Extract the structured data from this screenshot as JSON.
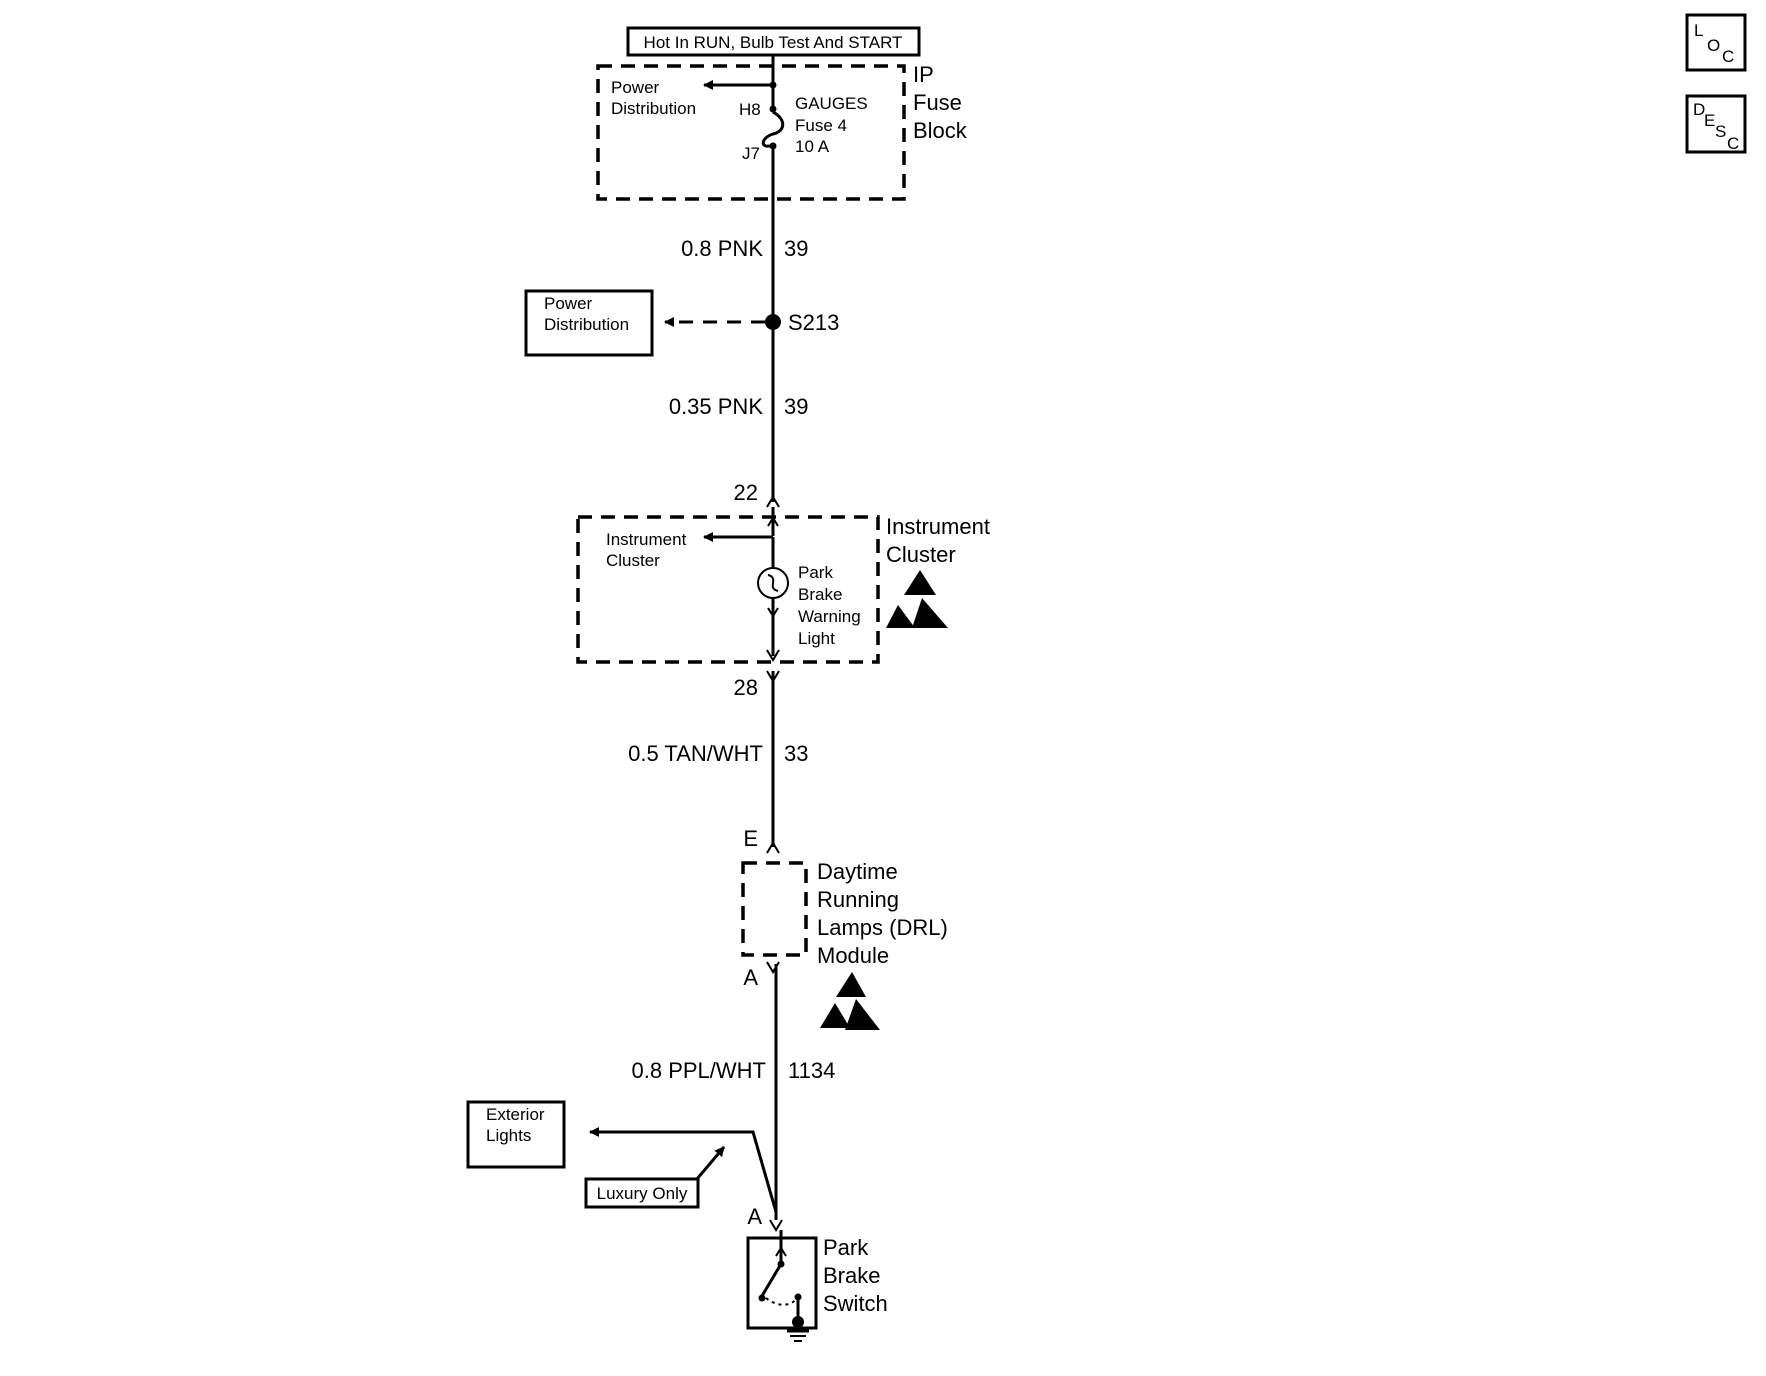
{
  "header": {
    "hot_in": "Hot In RUN, Bulb Test And START"
  },
  "buttons": {
    "loc": [
      "L",
      "O",
      "C"
    ],
    "desc": [
      "D",
      "E",
      "S",
      "C"
    ]
  },
  "ip_fuse_block": {
    "title": [
      "IP",
      "Fuse",
      "Block"
    ],
    "power_dist": [
      "Power",
      "Distribution"
    ],
    "fuse": [
      "GAUGES",
      "Fuse 4",
      "10 A"
    ],
    "pin_in": "H8",
    "pin_out": "J7"
  },
  "wires": {
    "w1": {
      "gauge_color": "0.8 PNK",
      "circuit": "39"
    },
    "w2": {
      "gauge_color": "0.35 PNK",
      "circuit": "39"
    },
    "w3": {
      "gauge_color": "0.5 TAN/WHT",
      "circuit": "33"
    },
    "w4": {
      "gauge_color": "0.8 PPL/WHT",
      "circuit": "1134"
    }
  },
  "splice": {
    "id": "S213",
    "box": [
      "Power",
      "Distribution"
    ]
  },
  "instrument_cluster": {
    "title": [
      "Instrument",
      "Cluster"
    ],
    "inner": [
      "Instrument",
      "Cluster"
    ],
    "lamp": [
      "Park",
      "Brake",
      "Warning",
      "Light"
    ],
    "pin_in": "22",
    "pin_out": "28"
  },
  "drl_module": {
    "title": [
      "Daytime",
      "Running",
      "Lamps (DRL)",
      "Module"
    ],
    "pin_in": "E",
    "pin_out": "A"
  },
  "exterior": {
    "box": [
      "Exterior",
      "Lights"
    ],
    "option": "Luxury Only"
  },
  "park_brake_switch": {
    "title": [
      "Park",
      "Brake",
      "Switch"
    ],
    "pin": "A"
  }
}
